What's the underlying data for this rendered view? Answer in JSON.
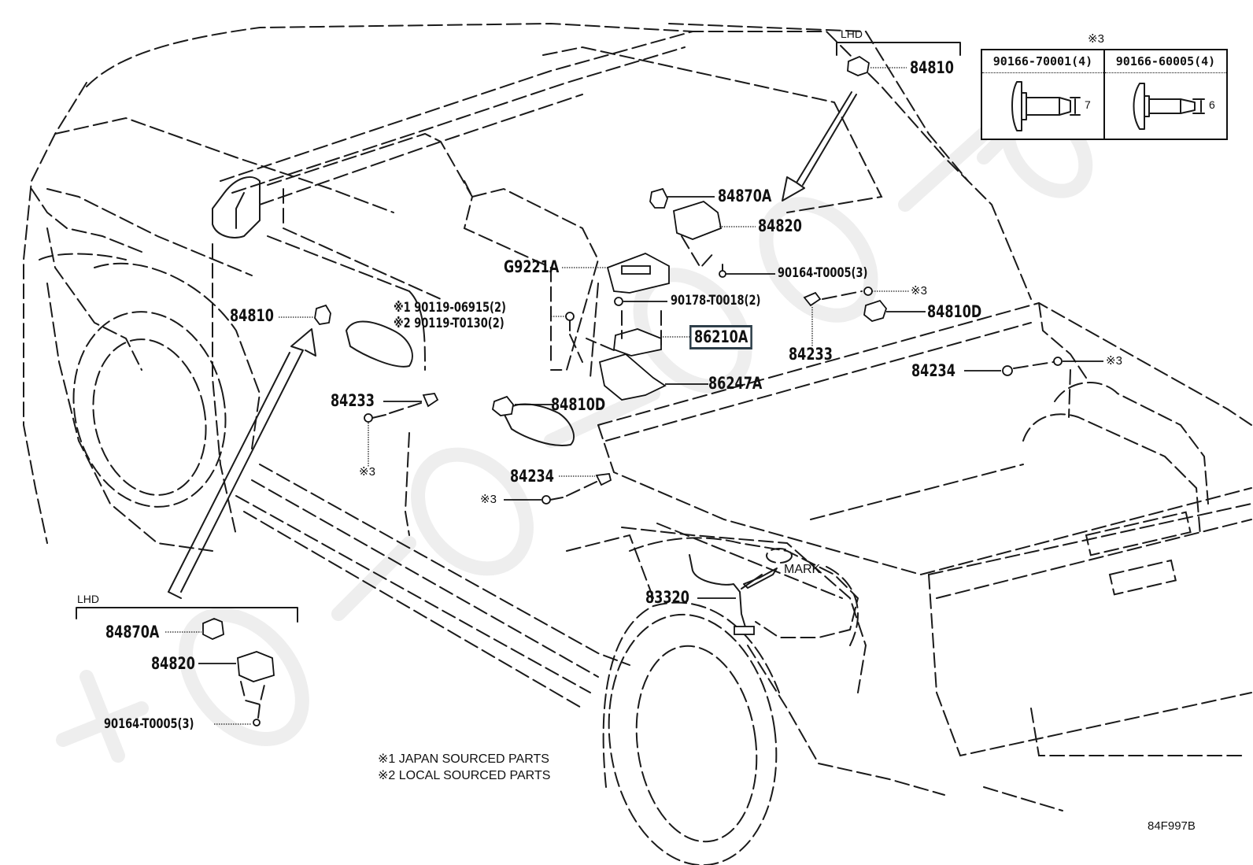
{
  "diagram": {
    "type": "exploded parts diagram",
    "subject": "vehicle body - sensors and interior lamp/switch parts",
    "watermark": "ToyotaCarline",
    "diagram_code": "84F997B"
  },
  "callouts": {
    "lhd_top_group": {
      "title": "LHD",
      "part_84810": "84810"
    },
    "lhd_bottom_group": {
      "title": "LHD",
      "part_84870A": "84870A",
      "part_84820": "84820",
      "part_90164": "90164-T0005(3)"
    },
    "center": {
      "part_84870A": "84870A",
      "part_84820": "84820",
      "part_G9221A": "G9221A",
      "part_90164": "90164-T0005(3)",
      "part_90178": "90178-T0018(2)",
      "part_90119_a": "※1 90119-06915(2)",
      "part_90119_b": "※2 90119-T0130(2)",
      "part_86210A": "86210A",
      "part_86247A": "86247A",
      "part_84810_left": "84810",
      "part_84810D_center": "84810D",
      "part_84233_left": "84233",
      "part_84233_left_ref": "※3",
      "part_84234_center": "84234",
      "part_84234_center_ref": "※3",
      "part_83320": "83320",
      "mark": "MARK"
    },
    "right": {
      "part_84233_ref": "※3",
      "part_84810D": "84810D",
      "part_84233": "84233",
      "part_84234": "84234",
      "part_84234_ref": "※3"
    },
    "highlighted_part": "86210A"
  },
  "fastener_table": {
    "ref": "※3",
    "columns": [
      {
        "part_no": "90166-70001(4)",
        "dimension": "7"
      },
      {
        "part_no": "90166-60005(4)",
        "dimension": "6"
      }
    ]
  },
  "notes": [
    "※1 JAPAN SOURCED PARTS",
    "※2 LOCAL SOURCED PARTS"
  ]
}
